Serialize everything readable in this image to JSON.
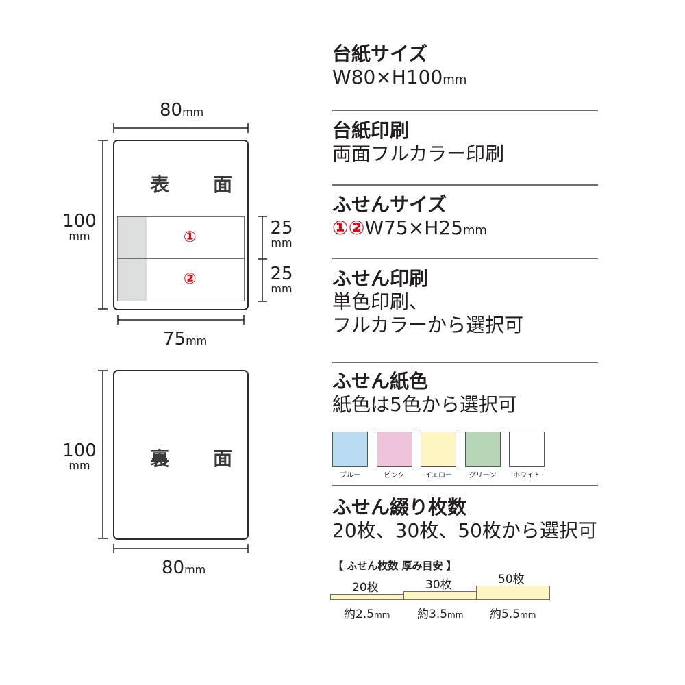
{
  "diagram": {
    "front": {
      "label": "表　面",
      "width_label": "80",
      "height_label": "100",
      "sticky_width_label": "75",
      "sticky_height_label_1": "25",
      "sticky_height_label_2": "25",
      "unit": "mm",
      "sticky_1": "①",
      "sticky_2": "②"
    },
    "back": {
      "label": "裏　面",
      "width_label": "80",
      "height_label": "100",
      "unit": "mm"
    }
  },
  "specs": {
    "base_size": {
      "title": "台紙サイズ",
      "value": "W80×H100",
      "unit": "mm"
    },
    "base_print": {
      "title": "台紙印刷",
      "value": "両面フルカラー印刷"
    },
    "sticky_size": {
      "title": "ふせんサイズ",
      "marks": "①②",
      "value": "W75×H25",
      "unit": "mm"
    },
    "sticky_print": {
      "title": "ふせん印刷",
      "value_line1": "単色印刷、",
      "value_line2": "フルカラーから選択可"
    },
    "sticky_color": {
      "title": "ふせん紙色",
      "value": "紙色は5色から選択可",
      "swatches": [
        {
          "name": "ブルー",
          "color": "#b9dcf1"
        },
        {
          "name": "ピンク",
          "color": "#edc3d9"
        },
        {
          "name": "イエロー",
          "color": "#fdf6c3"
        },
        {
          "name": "グリーン",
          "color": "#b7d6b8"
        },
        {
          "name": "ホワイト",
          "color": "#ffffff"
        }
      ]
    },
    "sticky_count": {
      "title": "ふせん綴り枚数",
      "value": "20枚、30枚、50枚から選択可",
      "thickness_title": "【 ふせん枚数 厚み目安 】",
      "thickness": [
        {
          "sheets": "20枚",
          "mm": "約2.5",
          "unit": "mm"
        },
        {
          "sheets": "30枚",
          "mm": "約3.5",
          "unit": "mm"
        },
        {
          "sheets": "50枚",
          "mm": "約5.5",
          "unit": "mm"
        }
      ]
    }
  }
}
